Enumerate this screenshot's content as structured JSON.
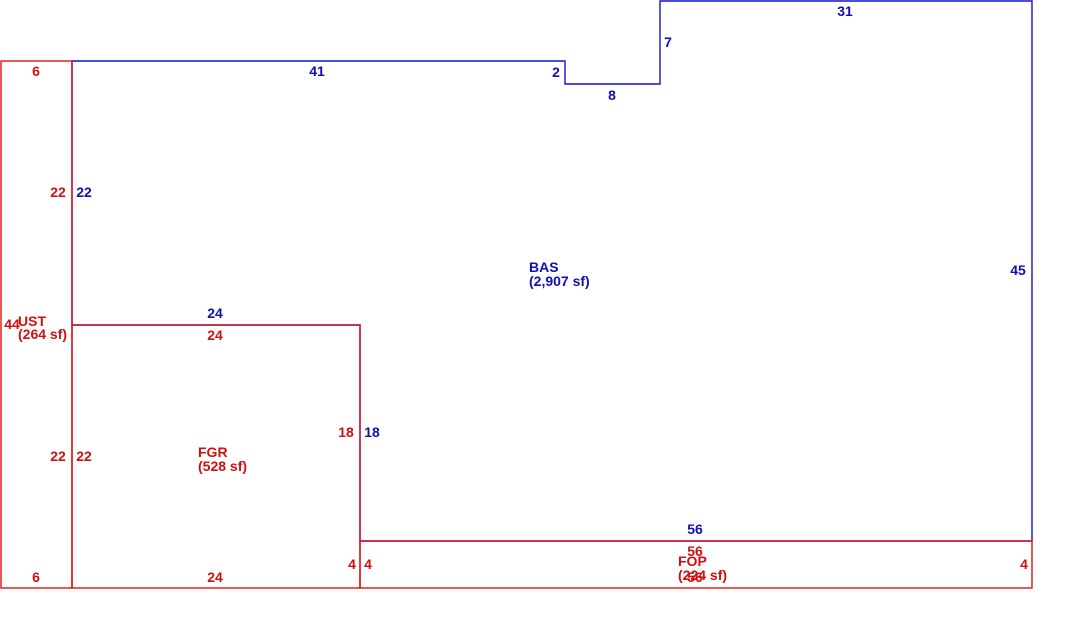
{
  "colors": {
    "bas": "#1010d0",
    "other": "#e01010"
  },
  "areas": {
    "bas": {
      "name": "BAS",
      "area": "(2,907 sf)"
    },
    "ust": {
      "name": "UST",
      "area": "(264 sf)"
    },
    "fgr": {
      "name": "FGR",
      "area": "(528 sf)"
    },
    "fop": {
      "name": "FOP",
      "area": "(224 sf)"
    }
  },
  "dimensions": {
    "bas_top_left": "41",
    "bas_step_down": "2",
    "bas_notch_bottom": "8",
    "bas_step_up": "7",
    "bas_top_right": "31",
    "bas_right": "45",
    "bas_left_upper": "22",
    "bas_fgr_top": "24",
    "bas_fgr_right": "18",
    "bas_bottom": "56",
    "ust_top": "6",
    "ust_right_upper": "22",
    "ust_left": "44",
    "ust_right_lower": "22",
    "ust_bottom": "6",
    "fgr_top": "24",
    "fgr_left": "22",
    "fgr_right": "18",
    "fgr_corner": "4",
    "fgr_bottom": "24",
    "fop_top": "56",
    "fop_left": "4",
    "fop_right": "4",
    "fop_bottom": "56"
  }
}
